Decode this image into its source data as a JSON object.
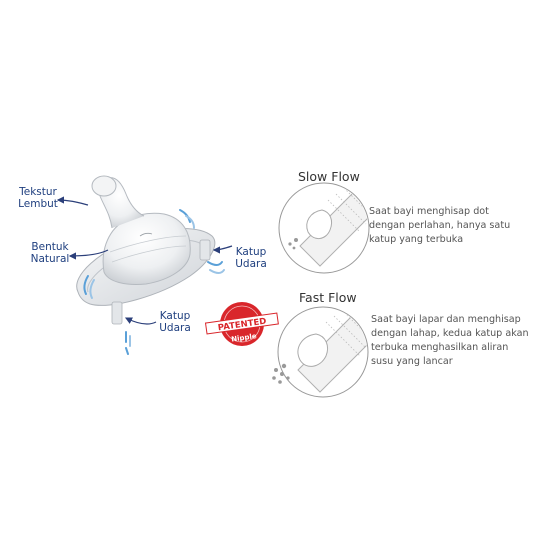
{
  "labels": {
    "tekstur_lembut": [
      "Tekstur",
      "Lembut"
    ],
    "bentuk_natural": [
      "Bentuk",
      "Natural"
    ],
    "katup_udara_right": [
      "Katup",
      "Udara"
    ],
    "katup_udara_bottom": [
      "Katup",
      "Udara"
    ]
  },
  "badge": {
    "top_text": "PATENTED",
    "bottom_text": "Nipple",
    "color": "#d9262b"
  },
  "slow_flow": {
    "title": "Slow Flow",
    "description": [
      "Saat bayi menghisap dot",
      "dengan perlahan, hanya satu",
      "katup yang terbuka"
    ]
  },
  "fast_flow": {
    "title": "Fast Flow",
    "description": [
      "Saat bayi lapar dan menghisap",
      "dengan lahap, kedua katup akan",
      "terbuka menghasilkan aliran",
      "susu yang lancar"
    ]
  },
  "colors": {
    "label_blue": "#1f3f7f",
    "arrow_blue": "#2b3f7a",
    "accent_blue": "#5aa0d8"
  }
}
